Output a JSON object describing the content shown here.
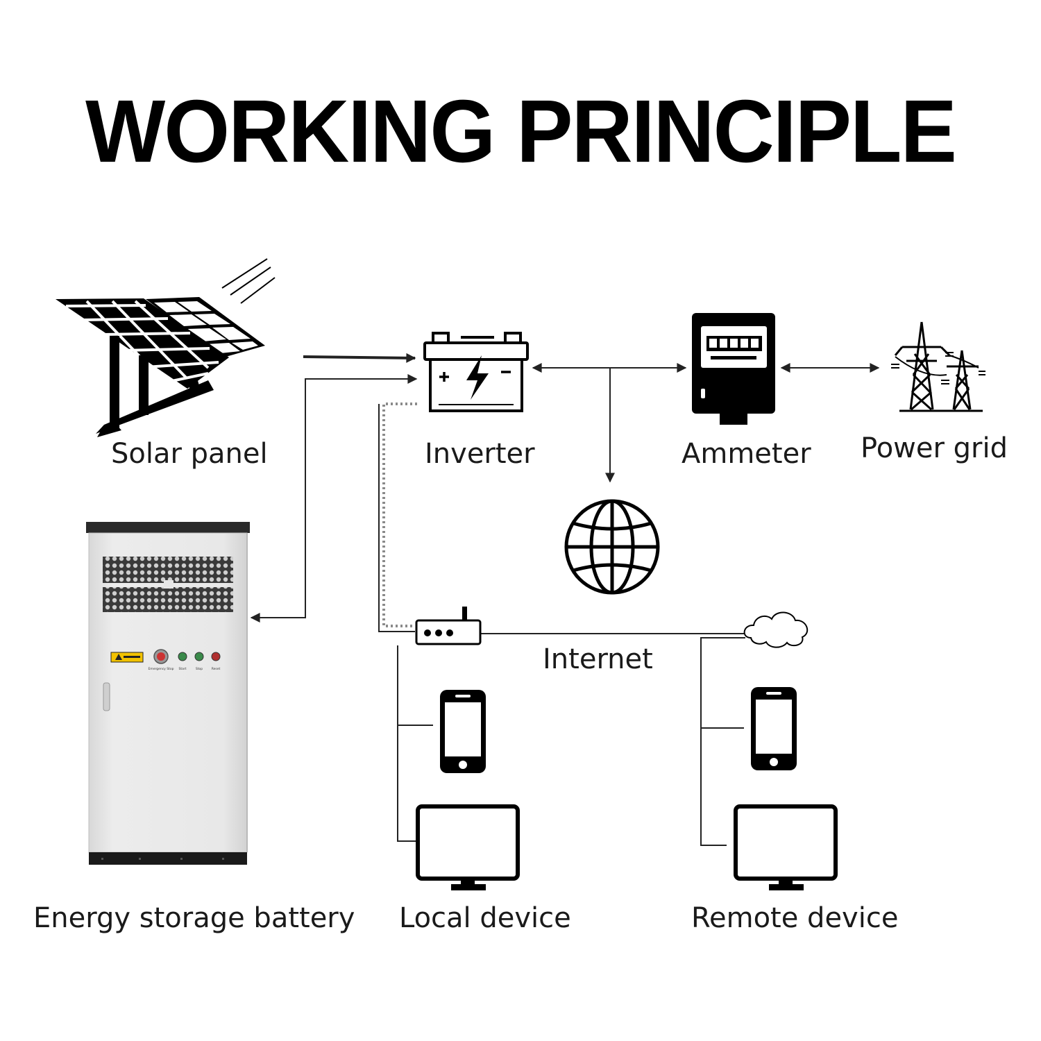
{
  "title": "WORKING PRINCIPLE",
  "labels": {
    "solar_panel": "Solar panel",
    "inverter": "Inverter",
    "ammeter": "Ammeter",
    "power_grid": "Power grid",
    "energy_storage_battery": "Energy storage battery",
    "internet": "Internet",
    "local_device": "Local device",
    "remote_device": "Remote device"
  },
  "cabinet_buttons": [
    "Emergency Stop",
    "Start",
    "Stop",
    "Reset"
  ],
  "icons": [
    "solar-panel-icon",
    "inverter-battery-icon",
    "ammeter-icon",
    "power-grid-tower-icon",
    "globe-icon",
    "router-icon",
    "cloud-icon",
    "smartphone-icon",
    "monitor-icon",
    "energy-storage-cabinet"
  ],
  "colors": {
    "ink": "#000000",
    "cabinet": "#e6e6e6",
    "cabinet_dark": "#2a2a2a",
    "dotted_line": "#8a8a8a",
    "warning_label": "#f2c200"
  }
}
